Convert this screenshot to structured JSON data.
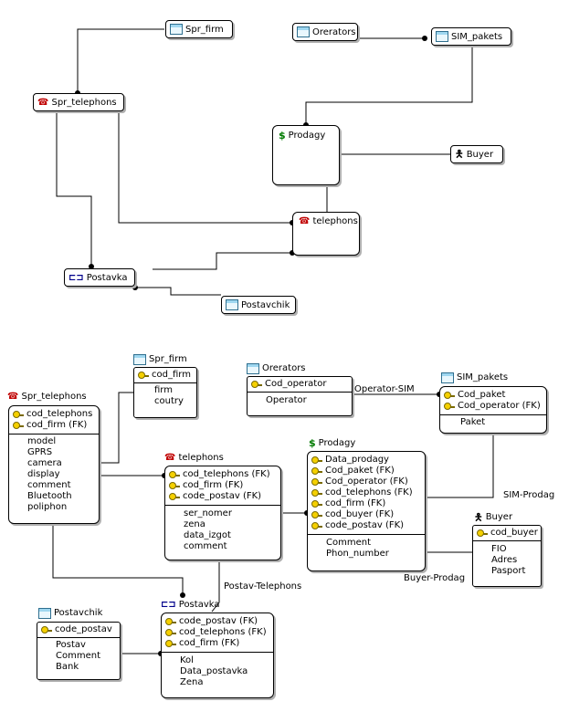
{
  "top_view": {
    "entities": {
      "spr_firm": "Spr_firm",
      "orerators": "Orerators",
      "sim_pakets": "SIM_pakets",
      "spr_telephons": "Spr_telephons",
      "prodagy": "Prodagy",
      "buyer": "Buyer",
      "telephons": "telephons",
      "postavka": "Postavka",
      "postavchik": "Postavchik"
    }
  },
  "bottom_view": {
    "spr_firm": {
      "title": "Spr_firm",
      "keys": [
        "cod_firm"
      ],
      "attrs": [
        "firm",
        "coutry"
      ]
    },
    "orerators": {
      "title": "Orerators",
      "keys": [
        "Cod_operator"
      ],
      "attrs": [
        "Operator"
      ]
    },
    "sim_pakets": {
      "title": "SIM_pakets",
      "keys": [
        "Cod_paket",
        "Cod_operator (FK)"
      ],
      "attrs": [
        "Paket"
      ]
    },
    "spr_telephons": {
      "title": "Spr_telephons",
      "keys": [
        "cod_telephons",
        "cod_firm (FK)"
      ],
      "attrs": [
        "model",
        "GPRS",
        "camera",
        "display",
        "comment",
        "Bluetooth",
        "poliphon"
      ]
    },
    "telephons": {
      "title": "telephons",
      "keys": [
        "cod_telephons (FK)",
        "cod_firm (FK)",
        "code_postav (FK)"
      ],
      "attrs": [
        "ser_nomer",
        "zena",
        "data_izgot",
        "comment"
      ]
    },
    "prodagy": {
      "title": "Prodagy",
      "keys": [
        "Data_prodagy",
        "Cod_paket (FK)",
        "Cod_operator (FK)",
        "cod_telephons (FK)",
        "cod_firm (FK)",
        "cod_buyer (FK)",
        "code_postav (FK)"
      ],
      "attrs": [
        "Comment",
        "Phon_number"
      ]
    },
    "buyer": {
      "title": "Buyer",
      "keys": [
        "cod_buyer"
      ],
      "attrs": [
        "FIO",
        "Adres",
        "Pasport"
      ]
    },
    "postavchik": {
      "title": "Postavchik",
      "keys": [
        "code_postav"
      ],
      "attrs": [
        "Postav",
        "Comment",
        "Bank"
      ]
    },
    "postavka": {
      "title": "Postavka",
      "keys": [
        "code_postav (FK)",
        "cod_telephons (FK)",
        "cod_firm (FK)"
      ],
      "attrs": [
        "Kol",
        "Data_postavka",
        "Zena"
      ]
    },
    "relationships": {
      "operator_sim": "Operator-SIM",
      "sim_prodag": "SIM-Prodag",
      "buyer_prodag": "Buyer-Prodag",
      "postav_telephons": "Postav-Telephons"
    }
  }
}
